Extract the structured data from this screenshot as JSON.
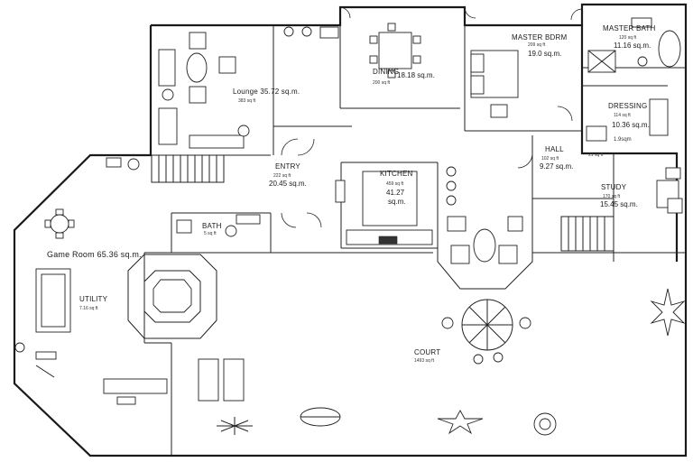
{
  "rooms": {
    "lounge": {
      "name": "Lounge",
      "area": "35.72 sq.m.",
      "sqft": "383 sq ft"
    },
    "dining": {
      "name": "DINING",
      "area": "18.18 sq.m.",
      "sqft": "200 sq ft"
    },
    "master": {
      "name": "MASTER BDRM",
      "sqft": "209 sq ft",
      "area": "19.0 sq.m."
    },
    "masterbath": {
      "name": "MASTER BATH",
      "sqft": "120 sq ft",
      "area": "11.16 sq.m."
    },
    "dressing": {
      "name": "DRESSING",
      "sqft": "114 sq ft",
      "area": "10.36 sq.m.",
      "extra": "1.9sqm"
    },
    "hall": {
      "name": "HALL",
      "sqft": "102 sq ft",
      "area": "9.27 sq.m.",
      "extra": "21 sq ft"
    },
    "entry": {
      "name": "ENTRY",
      "sqft": "222 sq ft",
      "area": "20.45 sq.m."
    },
    "kitchen": {
      "name": "KITCHEN",
      "sqft": "459 sq ft",
      "area": "41.27",
      "unit": "sq.m."
    },
    "study": {
      "name": "STUDY",
      "sqft": "170 sq ft",
      "area": "15.45 sq.m."
    },
    "bath": {
      "name": "BATH",
      "area": "5 sq ft"
    },
    "gameroom": {
      "name": "Game Room 65.36 sq.m.",
      "sqft": ""
    },
    "utility": {
      "name": "UTILITY",
      "sqft": "7.16 sq ft"
    },
    "court": {
      "name": "COURT",
      "sqft": "1493 sq ft"
    }
  },
  "colors": {
    "ink": "#1a1a1a",
    "paper": "#ffffff"
  }
}
